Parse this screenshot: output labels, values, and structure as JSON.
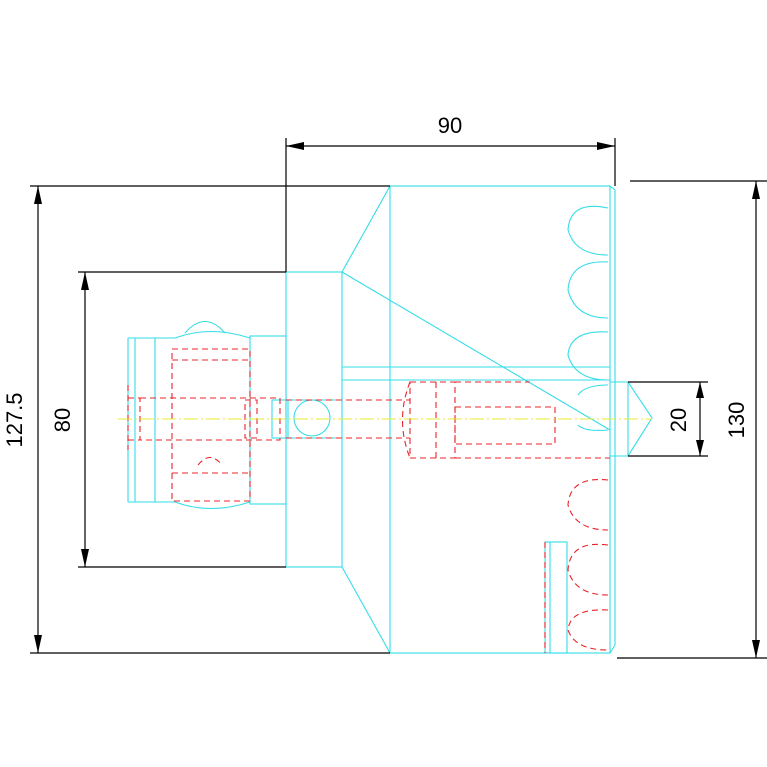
{
  "dimensions": {
    "width_top": "90",
    "height_left_outer": "127.5",
    "height_left_inner": "80",
    "hole_height": "20",
    "height_right": "130"
  },
  "colors": {
    "outline": "#33dde8",
    "hidden": "#e8242a",
    "dimension": "#000000",
    "centerline": "#e8e830"
  }
}
